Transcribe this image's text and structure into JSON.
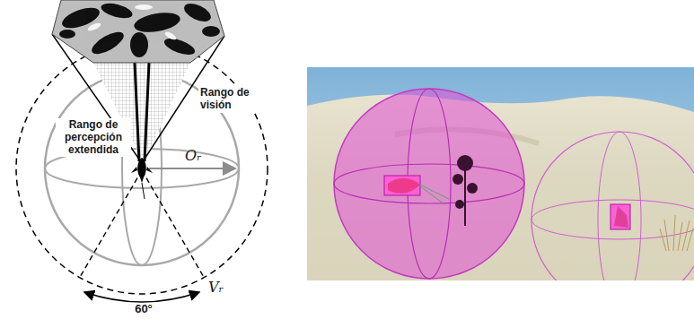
{
  "diagram": {
    "labels": [
      "Rango de visión",
      "Rango de percepción extendida",
      "Oᵣ",
      "Vᵣ",
      "60°"
    ]
  }
}
